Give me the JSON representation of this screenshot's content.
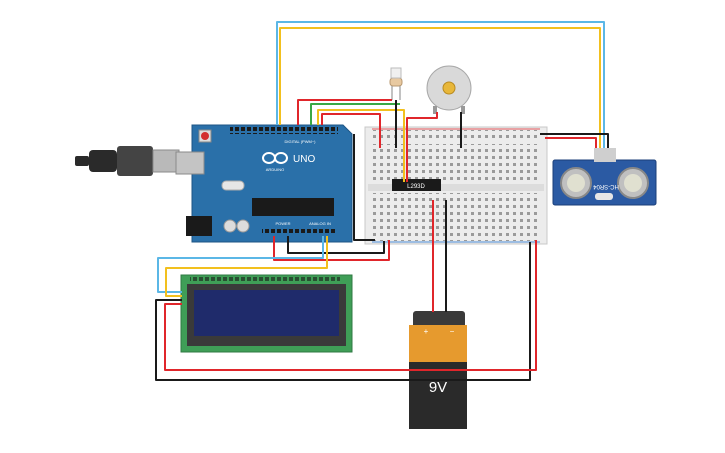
{
  "arduino": {
    "brand": "ARDUINO",
    "model": "UNO",
    "header_digital": "DIGITAL (PWM~)",
    "header_power": "POWER",
    "header_analog": "ANALOG IN",
    "logo": "infinity-logo"
  },
  "sensor": {
    "model": "HC-SR04"
  },
  "driver_chip": {
    "label": "L293D"
  },
  "battery": {
    "label": "9V",
    "plus": "+",
    "minus": "−"
  },
  "colors": {
    "wire_red": "#e0262b",
    "wire_black": "#1a1a1a",
    "wire_yellow": "#f2c01e",
    "wire_blue": "#5bb7e6",
    "wire_green": "#3aa845",
    "arduino_board": "#2a70a9",
    "lcd_board": "#3f9e57",
    "lcd_screen": "#1f2b6b",
    "sensor_board": "#2b5aa3",
    "battery_orange": "#e69a2e",
    "battery_black": "#2a2a2a"
  }
}
